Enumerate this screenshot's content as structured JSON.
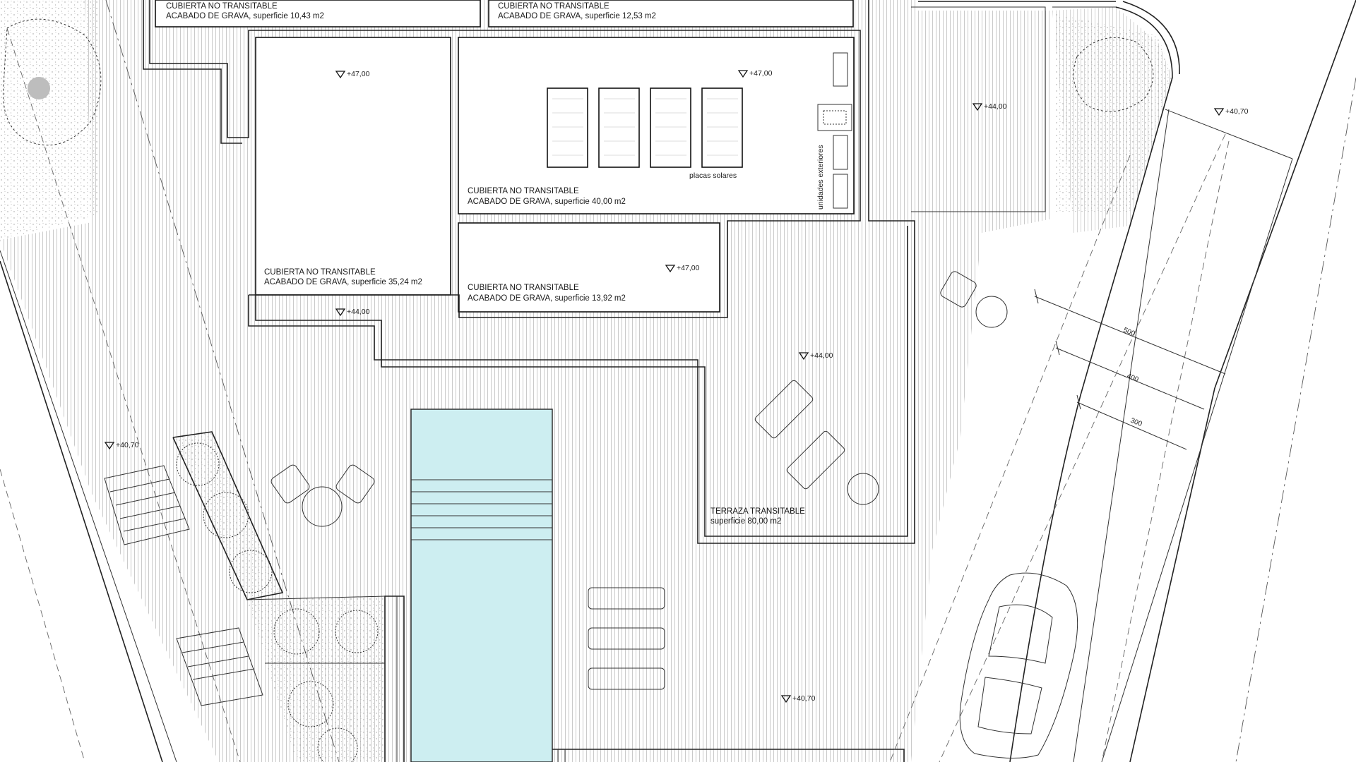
{
  "roofs": [
    {
      "title": "CUBIERTA NO TRANSITABLE",
      "finish": "ACABADO DE GRAVA, superficie 10,43 m2"
    },
    {
      "title": "CUBIERTA NO TRANSITABLE",
      "finish": "ACABADO DE GRAVA, superficie 12,53 m2"
    },
    {
      "title": "CUBIERTA NO TRANSITABLE",
      "finish": "ACABADO DE GRAVA, superficie 35,24 m2"
    },
    {
      "title": "CUBIERTA NO TRANSITABLE",
      "finish": "ACABADO DE GRAVA, superficie 40,00 m2"
    },
    {
      "title": "CUBIERTA NO TRANSITABLE",
      "finish": "ACABADO DE GRAVA, superficie 13,92 m2"
    }
  ],
  "terrace": {
    "title": "TERRAZA TRANSITABLE",
    "area": "superficie 80,00 m2"
  },
  "equipment": {
    "solar_label": "placas solares",
    "outdoor_units_label": "unidades exteriores"
  },
  "levels": {
    "roof_a": "+47,00",
    "roof_b": "+47,00",
    "roof_c": "+47,00",
    "terrace_a": "+44,00",
    "terrace_b": "+44,00",
    "terrace_c": "+44,00",
    "ground_a": "+40,70",
    "ground_b": "+40,70",
    "ground_c": "+40,70"
  },
  "dimensions": {
    "d1": "500",
    "d2": "400",
    "d3": "300"
  },
  "colors": {
    "pool": "#cdeef1",
    "line": "#222222",
    "hatch": "#bdbdbd"
  }
}
